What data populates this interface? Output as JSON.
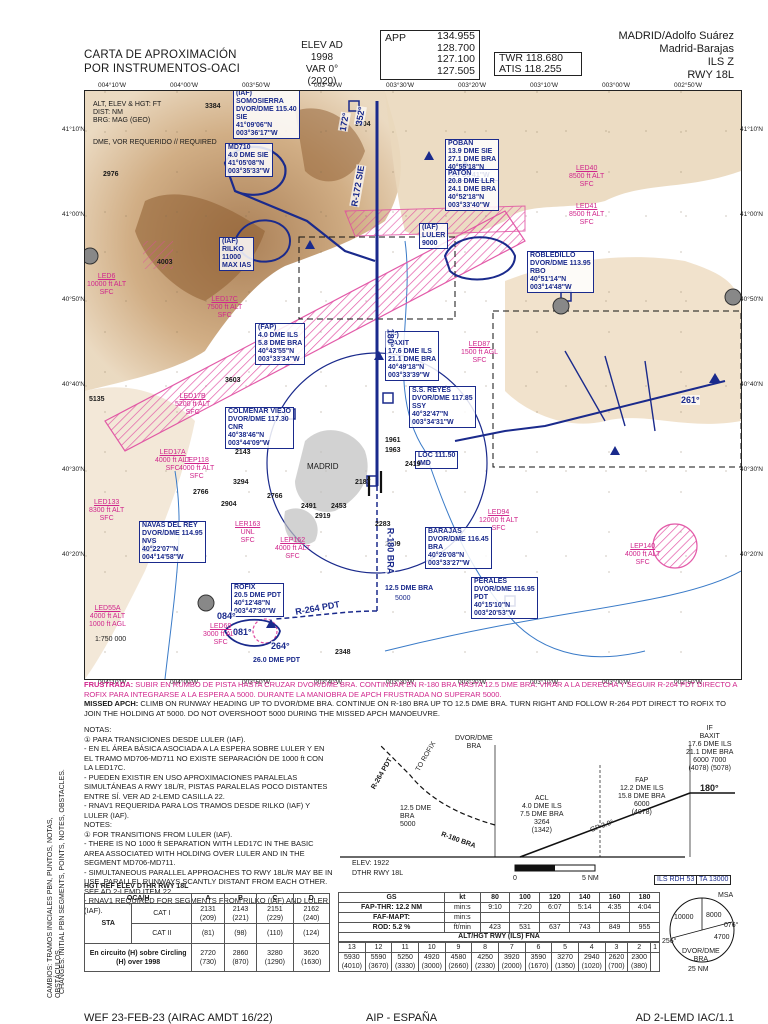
{
  "header": {
    "title_line1": "CARTA DE APROXIMACIÓN",
    "title_line2": "POR INSTRUMENTOS-OACI",
    "elev_label": "ELEV AD",
    "elev_value": "1998",
    "var_label": "VAR 0° (2020)",
    "app_label": "APP",
    "app_freqs": [
      "134.955",
      "128.700",
      "127.100",
      "127.505"
    ],
    "twr": "TWR  118.680",
    "atis": "ATIS  118.255",
    "airport_line1": "MADRID/Adolfo Suárez",
    "airport_line2": "Madrid-Barajas",
    "proc": "ILS Z",
    "rwy": "RWY 18L"
  },
  "map": {
    "top_ticks": [
      "004°10'W",
      "004°00'W",
      "003°50'W",
      "003°40'W",
      "003°30'W",
      "003°20'W",
      "003°10'W",
      "003°00'W",
      "002°50'W"
    ],
    "left_ticks": [
      "41°10'N",
      "41°00'N",
      "40°50'N",
      "40°40'N",
      "40°30'N",
      "40°20'N"
    ],
    "right_ticks": [
      "41°10'N",
      "41°00'N",
      "40°50'N",
      "40°40'N",
      "40°30'N",
      "40°20'N"
    ],
    "legend_lines": [
      "ALT, ELEV & HGT: FT",
      "DIST: NM",
      "BRG: MAG (GEO)",
      "DME, VOR REQUERIDO // REQUIRED"
    ],
    "fixes": [
      {
        "name": "SOMOSIERRA",
        "lines": [
          "(IAF)",
          "SOMOSIERRA",
          "DVOR/DME 115.40",
          "SIE",
          "41°09'06\"N",
          "003°36'17\"W"
        ]
      },
      {
        "name": "MD710",
        "lines": [
          "MD710",
          "4.0 DME SIE",
          "41°05'08\"N",
          "003°35'33\"W"
        ]
      },
      {
        "name": "POBAN",
        "lines": [
          "POBAN",
          "13.9 DME SIE",
          "27.1 DME BRA",
          "40°55'18\"N",
          "003°33'41\"W"
        ]
      },
      {
        "name": "PATON",
        "lines": [
          "PATON",
          "20.8 DME LLR",
          "24.1 DME BRA",
          "40°52'18\"N",
          "003°33'40\"W"
        ]
      },
      {
        "name": "RILKO",
        "lines": [
          "(IAF)",
          "RILKO",
          "11000",
          "MAX IAS"
        ]
      },
      {
        "name": "LULER",
        "lines": [
          "(IAF)",
          "LULER",
          "9000"
        ]
      },
      {
        "name": "ROBLEDILLO",
        "lines": [
          "ROBLEDILLO",
          "DVOR/DME 113.95",
          "RBO",
          "40°51'14\"N",
          "003°14'48\"W"
        ]
      },
      {
        "name": "FAP",
        "lines": [
          "(FAP)",
          "4.0 DME ILS",
          "5.8 DME BRA",
          "40°43'55\"N",
          "003°33'34\"W"
        ]
      },
      {
        "name": "BAXIT",
        "lines": [
          "(IF)",
          "BAXIT",
          "17.6 DME ILS",
          "21.1 DME BRA",
          "40°49'18\"N",
          "003°33'39\"W"
        ]
      },
      {
        "name": "SSREYES",
        "lines": [
          "S.S. REYES",
          "DVOR/DME 117.85",
          "SSY",
          "40°32'47\"N",
          "003°34'31\"W"
        ]
      },
      {
        "name": "COLMENAR",
        "lines": [
          "COLMENAR VIEJO",
          "DVOR/DME 117.30",
          "CNR",
          "40°38'46\"N",
          "003°44'09\"W"
        ]
      },
      {
        "name": "LOC",
        "lines": [
          "LOC 111.50",
          "IMD"
        ]
      },
      {
        "name": "BARAJAS",
        "lines": [
          "BARAJAS",
          "DVOR/DME 116.45",
          "BRA",
          "40°26'08\"N",
          "003°33'27\"W"
        ]
      },
      {
        "name": "NAVAS",
        "lines": [
          "NAVAS DEL REY",
          "DVOR/DME 114.95",
          "NVS",
          "40°22'07\"N",
          "004°14'58\"W"
        ]
      },
      {
        "name": "PERALES",
        "lines": [
          "PERALES",
          "DVOR/DME 116.95",
          "PDT",
          "40°15'10\"N",
          "003°20'53\"W"
        ]
      },
      {
        "name": "ROFIX",
        "lines": [
          "ROFIX",
          "20.5 DME PDT",
          "40°12'48\"N",
          "003°47'30\"W"
        ]
      }
    ],
    "restricted": [
      {
        "id": "LED6",
        "lines": [
          "LED6",
          "10000 ft ALT",
          "SFC"
        ]
      },
      {
        "id": "LED40",
        "lines": [
          "LED40",
          "8500 ft ALT",
          "SFC"
        ]
      },
      {
        "id": "LED41",
        "lines": [
          "LED41",
          "8500 ft ALT",
          "SFC"
        ]
      },
      {
        "id": "LED17C",
        "lines": [
          "LED17C",
          "7500 ft ALT",
          "SFC"
        ]
      },
      {
        "id": "LED87",
        "lines": [
          "LED87",
          "1500 ft AGL",
          "SFC"
        ]
      },
      {
        "id": "LED17B",
        "lines": [
          "LED17B",
          "5200 ft ALT",
          "SFC"
        ]
      },
      {
        "id": "LED17A",
        "lines": [
          "LED17A",
          "4000 ft ALT",
          "SFC"
        ]
      },
      {
        "id": "LEP118",
        "lines": [
          "LEP118",
          "4000 ft ALT",
          "SFC"
        ]
      },
      {
        "id": "LED133",
        "lines": [
          "LED133",
          "8300 ft ALT",
          "SFC"
        ]
      },
      {
        "id": "LER163",
        "lines": [
          "LER163",
          "UNL",
          "SFC"
        ]
      },
      {
        "id": "LEP162",
        "lines": [
          "LEP162",
          "4000 ft ALT",
          "SFC"
        ]
      },
      {
        "id": "LED94",
        "lines": [
          "LED94",
          "12000 ft ALT",
          "SFC"
        ]
      },
      {
        "id": "LEP140",
        "lines": [
          "LEP140",
          "4000 ft ALT",
          "SFC"
        ]
      },
      {
        "id": "LED55A",
        "lines": [
          "LED55A",
          "4000 ft ALT",
          "1000 ft AGL"
        ]
      },
      {
        "id": "LED69",
        "lines": [
          "LED69",
          "3000 ft ALT",
          "SFC"
        ]
      }
    ],
    "elevations": [
      "3384",
      "2976",
      "3304",
      "4003",
      "5135",
      "3603",
      "2766",
      "2904",
      "3294",
      "2491",
      "2919",
      "2453",
      "2283",
      "2209",
      "2187",
      "2419",
      "1961",
      "1963",
      "2348",
      "2143",
      "2766"
    ],
    "tracks": [
      "352°",
      "172°",
      "180°",
      "261°",
      "081°",
      "084°",
      "264°",
      "R-180 BRA",
      "R-264 PDT",
      "R-172 SIE"
    ],
    "insets": [
      {
        "label": "26.0 DME PDT"
      },
      {
        "label": "12.5 DME BRA"
      },
      {
        "label": "5000"
      }
    ],
    "scale_label": "1:750 000",
    "city": "MADRID"
  },
  "missed": {
    "es_label": "FRUSTRADA:",
    "es_text": "SUBIR EN RUMBO DE PISTA HASTA CRUZAR DVOR/DME BRA. CONTINUAR EN R-180 BRA HASTA 12.5 DME BRA. VIRAR A LA DERECHA Y SEGUIR R-264 PDT DIRECTO A ROFIX PARA INTEGRARSE A LA ESPERA A 5000. DURANTE LA MANIOBRA DE APCH FRUSTRADA NO SUPERAR 5000.",
    "en_label": "MISSED APCH:",
    "en_text": "CLIMB ON RUNWAY HEADING UP TO DVOR/DME BRA. CONTINUE ON R-180 BRA UP TO 12.5 DME BRA. TURN RIGHT AND FOLLOW R-264 PDT DIRECT TO ROFIX TO JOIN THE HOLDING AT 5000. DO NOT OVERSHOOT 5000 DURING THE MISSED APCH MANOEUVRE."
  },
  "notes": {
    "title_es": "NOTAS:",
    "es": [
      "① PARA TRANSICIONES DESDE LULER (IAF).",
      "- EN EL ÁREA BÁSICA ASOCIADA A LA ESPERA SOBRE LULER Y EN EL TRAMO MD706-MD711 NO EXISTE SEPARACIÓN DE 1000 ft CON LA LED17C.",
      "- PUEDEN EXISTIR EN USO APROXIMACIONES PARALELAS SIMULTÁNEAS A RWY 18L/R, PISTAS PARALELAS POCO DISTANTES ENTRE SÍ. VER AD 2-LEMD CASILLA 22.",
      "- RNAV1 REQUERIDA PARA LOS TRAMOS DESDE RILKO (IAF) Y LULER (IAF)."
    ],
    "title_en": "NOTES:",
    "en": [
      "① FOR TRANSITIONS FROM LULER (IAF).",
      "- THERE IS NO 1000 ft SEPARATION WITH LED17C IN THE BASIC AREA ASSOCIATED WITH HOLDING OVER LULER AND IN THE SEGMENT MD706-MD711.",
      "- SIMULTANEOUS PARALLEL APPROACHES TO RWY 18L/R MAY BE IN USE, PARALLEL RUNWAYS SCANTLY DISTANT FROM EACH OTHER. SEE AD 2-LEMD ITEM 22.",
      "- RNAV1 REQUIRED FOR SEGMENTS FROM RILKO (IAF) AND LULER (IAF)."
    ]
  },
  "profile": {
    "dvor_label": [
      "DVOR/DME",
      "BRA"
    ],
    "to_rofix": "TO ROFIX",
    "r264": "R-264 PDT",
    "r180": "R-180 BRA",
    "dme125": [
      "12.5 DME",
      "BRA",
      "5000"
    ],
    "acl": [
      "ACL",
      "4.0 DME ILS",
      "7.5 DME BRA",
      "3264",
      "(1342)"
    ],
    "fap": [
      "FAP",
      "12.2 DME ILS",
      "15.8 DME BRA",
      "6000",
      "(4078)"
    ],
    "iff": [
      "IF",
      "BAXIT",
      "17.6 DME ILS",
      "21.1 DME BRA",
      "6000",
      "7000",
      "(4078)",
      "(5078)"
    ],
    "gp": "GP 3.0°",
    "trk180": "180°",
    "elev": "ELEV: 1922",
    "dthr": "DTHR RWY 18L",
    "scale": [
      "0",
      "5 NM"
    ],
    "ils_rdh": "ILS RDH 53",
    "ta": "TA 13000"
  },
  "minima": {
    "title": "HGT REF ELEV DTHR RWY 18L",
    "header": [
      "OCA/H",
      "A",
      "B",
      "C",
      "D"
    ],
    "rows": [
      {
        "label": "STA",
        "sub": "CAT I",
        "vals": [
          "2131 (209)",
          "2143 (221)",
          "2151 (229)",
          "2162 (240)"
        ]
      },
      {
        "label": "",
        "sub": "CAT II",
        "vals": [
          "(81)",
          "(98)",
          "(110)",
          "(124)"
        ]
      },
      {
        "label": "En circuito (H) sobre Circling (H) over 1998",
        "sub": "",
        "vals": [
          "2720 (730)",
          "2860 (870)",
          "3280 (1290)",
          "3620 (1630)"
        ]
      }
    ]
  },
  "speeds": {
    "header": [
      "GS",
      "kt",
      "80",
      "100",
      "120",
      "140",
      "160",
      "180"
    ],
    "rows": [
      {
        "label": "FAP-THR: 12.2 NM",
        "unit": "min:s",
        "vals": [
          "9:10",
          "7:20",
          "6:07",
          "5:14",
          "4:35",
          "4:04"
        ]
      },
      {
        "label": "FAF-MAPT:",
        "unit": "min:s",
        "vals": [
          "",
          "",
          "",
          "",
          "",
          ""
        ]
      },
      {
        "label": "ROD: 5.2 %",
        "unit": "ft/min",
        "vals": [
          "423",
          "531",
          "637",
          "743",
          "849",
          "955"
        ]
      }
    ],
    "alt_title": "ALT/HGT RWY (ILS) FNA",
    "alt_nm": [
      "13",
      "12",
      "11",
      "10",
      "9",
      "8",
      "7",
      "6",
      "5",
      "4",
      "3",
      "2",
      "1"
    ],
    "alt_vals": [
      "5930 (4010)",
      "5590 (3670)",
      "5250 (3330)",
      "4920 (3000)",
      "4580 (2660)",
      "4250 (2330)",
      "3920 (2000)",
      "3590 (1670)",
      "3270 (1350)",
      "2940 (1020)",
      "2620 (700)",
      "2300 (380)",
      ""
    ]
  },
  "msa": {
    "title": "MSA",
    "center": [
      "DVOR/DME",
      "BRA"
    ],
    "radius": "25 NM",
    "vals": [
      "10000",
      "8000",
      "4700"
    ],
    "brgs": [
      "076°",
      "256°"
    ]
  },
  "side_note": [
    "CAMBIOS: TRAMOS INICIALES PBN, PUNTOS, NOTAS, OBSTÁCULOS.",
    "CHANGES: INITIAL PBN SEGMENTS, POINTS, NOTES, OBSTACLES."
  ],
  "footer": {
    "left": "WEF 23-FEB-23 (AIRAC AMDT 16/22)",
    "mid": "AIP - ESPAÑA",
    "right": "AD 2-LEMD IAC/1.1"
  },
  "colors": {
    "blue": "#1a2a8c",
    "magenta": "#d0268c",
    "terrain": "#c79a63",
    "grid": "#7a6a4e"
  }
}
